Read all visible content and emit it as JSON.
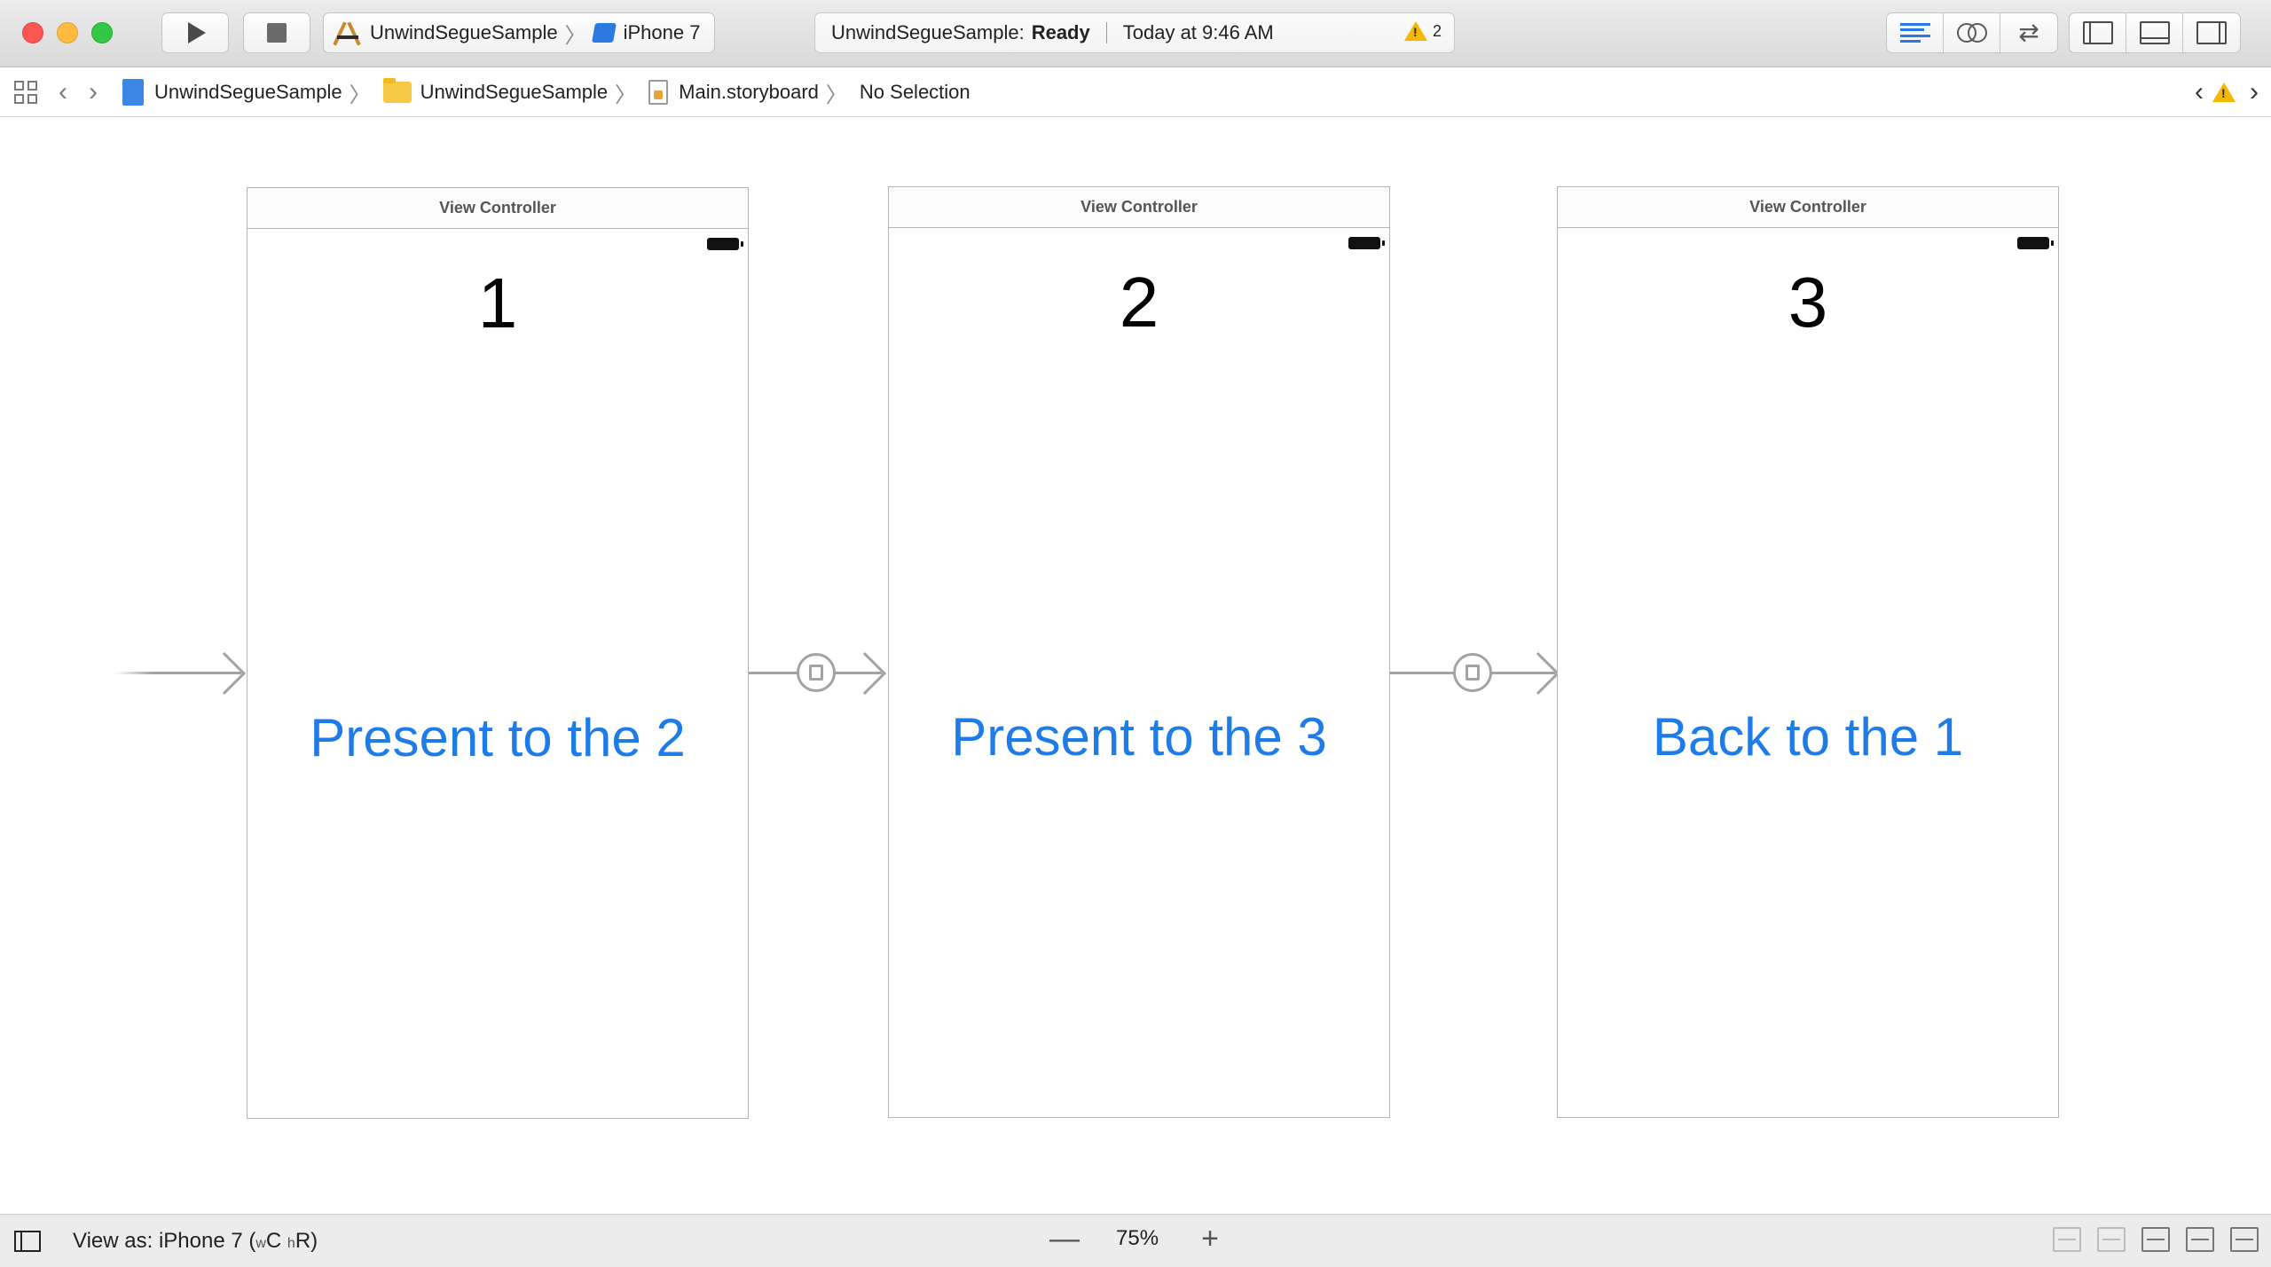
{
  "toolbar": {
    "scheme_name": "UnwindSegueSample",
    "scheme_separator": "〉",
    "device_name": "iPhone 7",
    "activity_project": "UnwindSegueSample:",
    "activity_status": "Ready",
    "activity_time": "Today at 9:46 AM",
    "warning_count": "2",
    "swap_glyph": "⇄",
    "icons": {
      "run": "play-icon",
      "stop": "stop-icon",
      "scheme": "xcode-app-icon",
      "device": "iphone-device-icon",
      "standard_editor": "standard-editor-icon",
      "assistant_editor": "assistant-editor-icon",
      "version_editor": "version-editor-icon",
      "navigator": "navigator-panel-icon",
      "debug_area": "debug-area-icon",
      "utilities": "utilities-panel-icon"
    }
  },
  "jumpbar": {
    "back_glyph": "‹",
    "forward_glyph": "›",
    "separator": "〉",
    "crumbs": [
      {
        "label": "UnwindSegueSample",
        "icon": "project-icon"
      },
      {
        "label": "UnwindSegueSample",
        "icon": "folder-icon"
      },
      {
        "label": "Main.storyboard",
        "icon": "storyboard-file-icon"
      },
      {
        "label": "No Selection",
        "icon": ""
      }
    ],
    "issue_prev": "‹",
    "issue_next": "›"
  },
  "canvas": {
    "scenes": [
      {
        "title": "View Controller",
        "number": "1",
        "button": "Present to the 2"
      },
      {
        "title": "View Controller",
        "number": "2",
        "button": "Present to the 3"
      },
      {
        "title": "View Controller",
        "number": "3",
        "button": "Back to the 1"
      }
    ]
  },
  "bottombar": {
    "view_as_prefix": "View as: iPhone 7 (",
    "size_w": "w",
    "size_c": "C ",
    "size_h": "h",
    "size_r": "R",
    "view_as_suffix": ")",
    "zoom_out": "—",
    "zoom_level": "75%",
    "zoom_in": "+"
  },
  "colors": {
    "accent": "#1e7ce8",
    "segue": "#a3a3a3",
    "warning": "#f5b800",
    "close": "#fc5753",
    "minimize": "#fdbc40",
    "zoom": "#33c748"
  }
}
